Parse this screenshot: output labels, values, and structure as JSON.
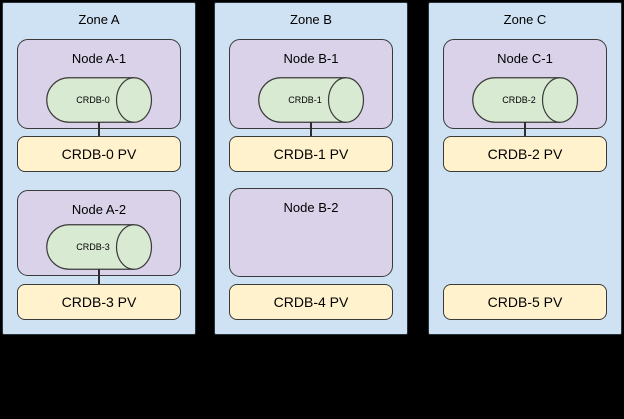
{
  "diagram": {
    "background_color": "#000000",
    "colors": {
      "zone_fill": "#cfe2f3",
      "node_fill": "#d9d2e9",
      "cylinder_fill": "#d9ead3",
      "pv_fill": "#fff2cc",
      "border": "#3a3a3a",
      "text": "#000000"
    },
    "zones": [
      {
        "title": "Zone A",
        "nodes": [
          {
            "label": "Node A-1",
            "cylinder": "CRDB-0"
          },
          {
            "label": "Node A-2",
            "cylinder": "CRDB-3"
          }
        ],
        "pvs": [
          "CRDB-0 PV",
          "CRDB-3 PV"
        ]
      },
      {
        "title": "Zone B",
        "nodes": [
          {
            "label": "Node B-1",
            "cylinder": "CRDB-1"
          },
          {
            "label": "Node B-2",
            "cylinder": null
          }
        ],
        "pvs": [
          "CRDB-1 PV",
          "CRDB-4 PV"
        ]
      },
      {
        "title": "Zone C",
        "nodes": [
          {
            "label": "Node C-1",
            "cylinder": "CRDB-2"
          }
        ],
        "pvs": [
          "CRDB-2 PV",
          "CRDB-5 PV"
        ]
      }
    ]
  }
}
